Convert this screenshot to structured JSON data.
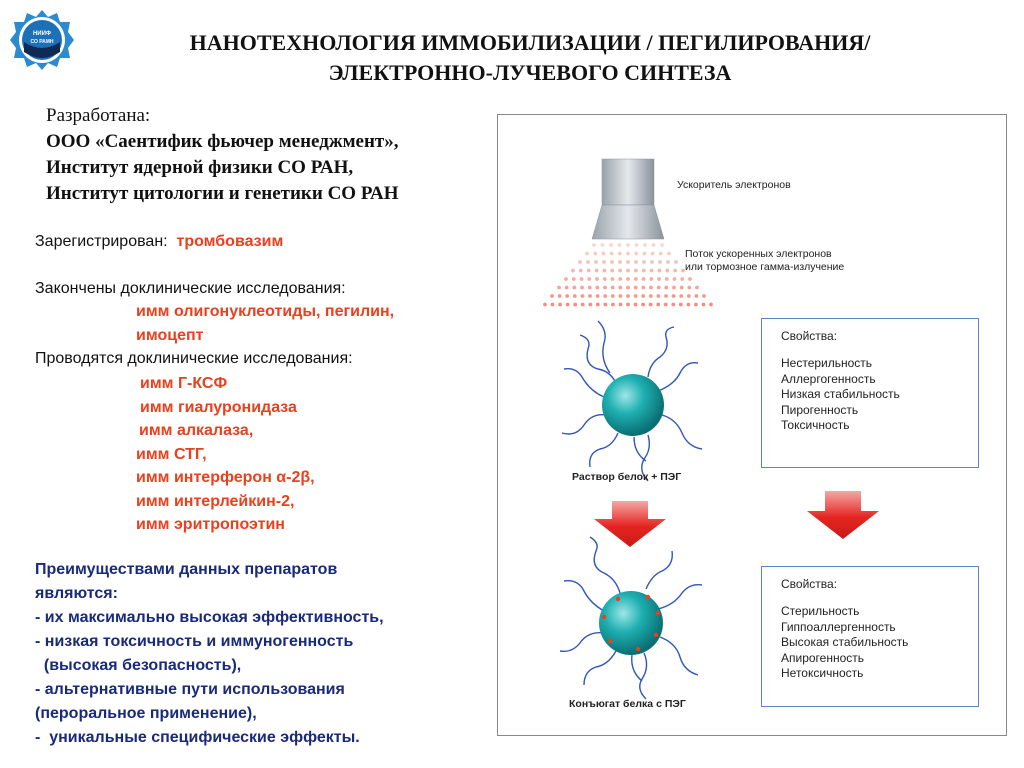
{
  "logo": {
    "text_line1": "НИИФ",
    "text_line2": "СО РАМН"
  },
  "title": {
    "line1": "НАНОТЕХНОЛОГИЯ ИММОБИЛИЗАЦИИ / ПЕГИЛИРОВАНИЯ/",
    "line2": "ЭЛЕКТРОННО-ЛУЧЕВОГО СИНТЕЗА"
  },
  "developed": {
    "label": "Разработана:",
    "orgs": [
      "ООО «Саентифик фьючер менеджмент»,",
      "Институт ядерной физики СО РАН,",
      "Институт цитологии и генетики СО РАН"
    ]
  },
  "registered": {
    "label": "Зарегистрирован:",
    "value": "тромбовазим"
  },
  "completed": {
    "label": "Закончены доклинические исследования:",
    "items": [
      "имм олигонуклеотиды, пегилин,",
      "имоцепт"
    ]
  },
  "ongoing": {
    "label": "Проводятся доклинические исследования:",
    "items": [
      "имм Г-КСФ",
      "имм гиалуронидаза",
      "имм алкалаза,",
      "имм СТГ,",
      "имм интерферон α-2β,",
      "имм интерлейкин-2,",
      "имм эритропоэтин"
    ]
  },
  "advantages": {
    "lines": [
      "Преимуществами данных препаратов",
      "являются:",
      "- их максимально высокая эффективность,",
      "- низкая токсичность и иммуногенность",
      "  (высокая безопасность),",
      "- альтернативные пути использования",
      "(пероральное применение),",
      "-  уникальные специфические эффекты."
    ]
  },
  "figure": {
    "accelerator_label": "Ускоритель электронов",
    "beam_label_line1": "Поток ускоренных электронов",
    "beam_label_line2": "или тормозное гамма-излучение",
    "solution_label": "Раствор белок + ПЭГ",
    "conjugate_label": "Конъюгат белка с ПЭГ",
    "props_before": {
      "title": "Свойства:",
      "items": [
        "Нестерильность",
        "Аллергогенность",
        "Низкая стабильность",
        "Пирогенность",
        "Токсичность"
      ]
    },
    "props_after": {
      "title": "Свойства:",
      "items": [
        "Стерильность",
        "Гиппоаллергенность",
        "Высокая стабильность",
        "Апирогенность",
        "Нетоксичность"
      ]
    },
    "colors": {
      "sphere": "#1aa3a6",
      "arrow": "#e52521",
      "box_border": "#5e86c4",
      "beam_dots": "#f08a7a"
    }
  }
}
